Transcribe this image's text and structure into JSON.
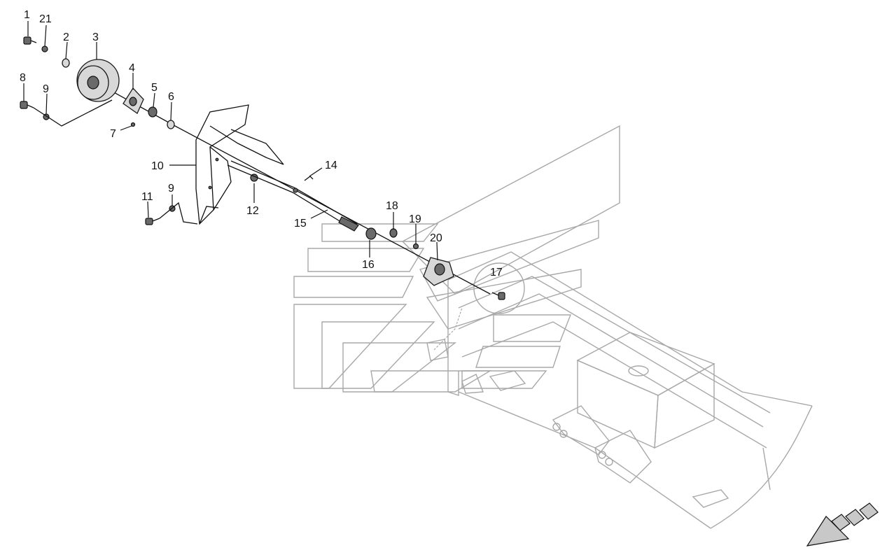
{
  "callouts": [
    {
      "id": "1",
      "label": "1"
    },
    {
      "id": "21",
      "label": "21"
    },
    {
      "id": "2",
      "label": "2"
    },
    {
      "id": "3",
      "label": "3"
    },
    {
      "id": "4",
      "label": "4"
    },
    {
      "id": "5",
      "label": "5"
    },
    {
      "id": "6",
      "label": "6"
    },
    {
      "id": "7",
      "label": "7"
    },
    {
      "id": "8",
      "label": "8"
    },
    {
      "id": "9a",
      "label": "9"
    },
    {
      "id": "10",
      "label": "10"
    },
    {
      "id": "11",
      "label": "11"
    },
    {
      "id": "9b",
      "label": "9"
    },
    {
      "id": "12",
      "label": "12"
    },
    {
      "id": "14",
      "label": "14"
    },
    {
      "id": "15",
      "label": "15"
    },
    {
      "id": "16",
      "label": "16"
    },
    {
      "id": "18",
      "label": "18"
    },
    {
      "id": "19",
      "label": "19"
    },
    {
      "id": "20",
      "label": "20"
    },
    {
      "id": "17",
      "label": "17"
    }
  ],
  "icons": {
    "direction": "direction-arrow-icon"
  },
  "colors": {
    "line": "#111111",
    "ghost": "#a8a8a8",
    "arrow_fill": "#c8c8c8"
  }
}
